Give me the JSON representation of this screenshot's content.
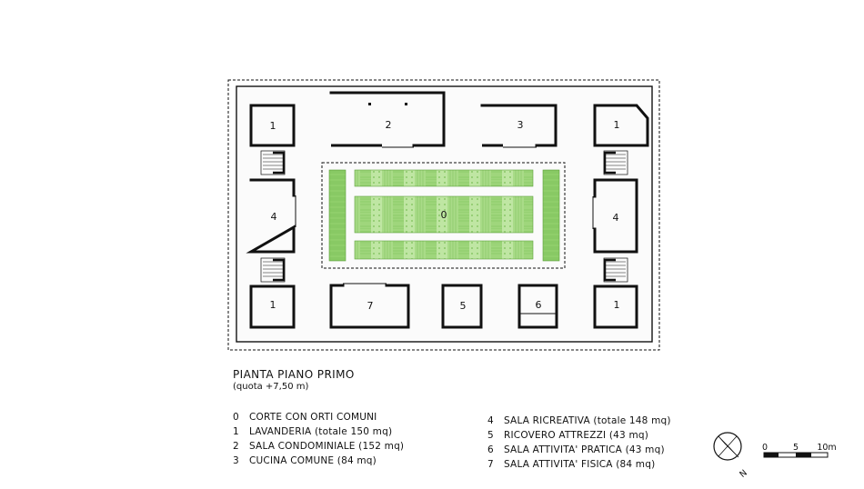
{
  "plan": {
    "room_numbers": {
      "r1_tl": "1",
      "r2": "2",
      "r3": "3",
      "r1_tr": "1",
      "r4_l": "4",
      "r0": "0",
      "r4_r": "4",
      "r1_bl": "1",
      "r7": "7",
      "r5": "5",
      "r6": "6",
      "r1_br": "1"
    },
    "garden_color": "#8fce6a",
    "garden_color_light": "#b7e39a"
  },
  "title": {
    "line1": "PIANTA PIANO PRIMO",
    "line2": "(quota +7,50 m)"
  },
  "legend_left": [
    {
      "num": "0",
      "text": "CORTE CON ORTI COMUNI"
    },
    {
      "num": "1",
      "text": "LAVANDERIA (totale 150 mq)"
    },
    {
      "num": "2",
      "text": "SALA CONDOMINIALE (152 mq)"
    },
    {
      "num": "3",
      "text": "CUCINA COMUNE (84 mq)"
    }
  ],
  "legend_right": [
    {
      "num": "4",
      "text": "SALA RICREATIVA (totale 148 mq)"
    },
    {
      "num": "5",
      "text": "RICOVERO ATTREZZI (43 mq)"
    },
    {
      "num": "6",
      "text": "SALA ATTIVITA' PRATICA (43 mq)"
    },
    {
      "num": "7",
      "text": "SALA ATTIVITA' FISICA (84 mq)"
    }
  ],
  "scale": {
    "label_0": "0",
    "label_5": "5",
    "label_10": "10m"
  },
  "north": {
    "label": "N"
  }
}
